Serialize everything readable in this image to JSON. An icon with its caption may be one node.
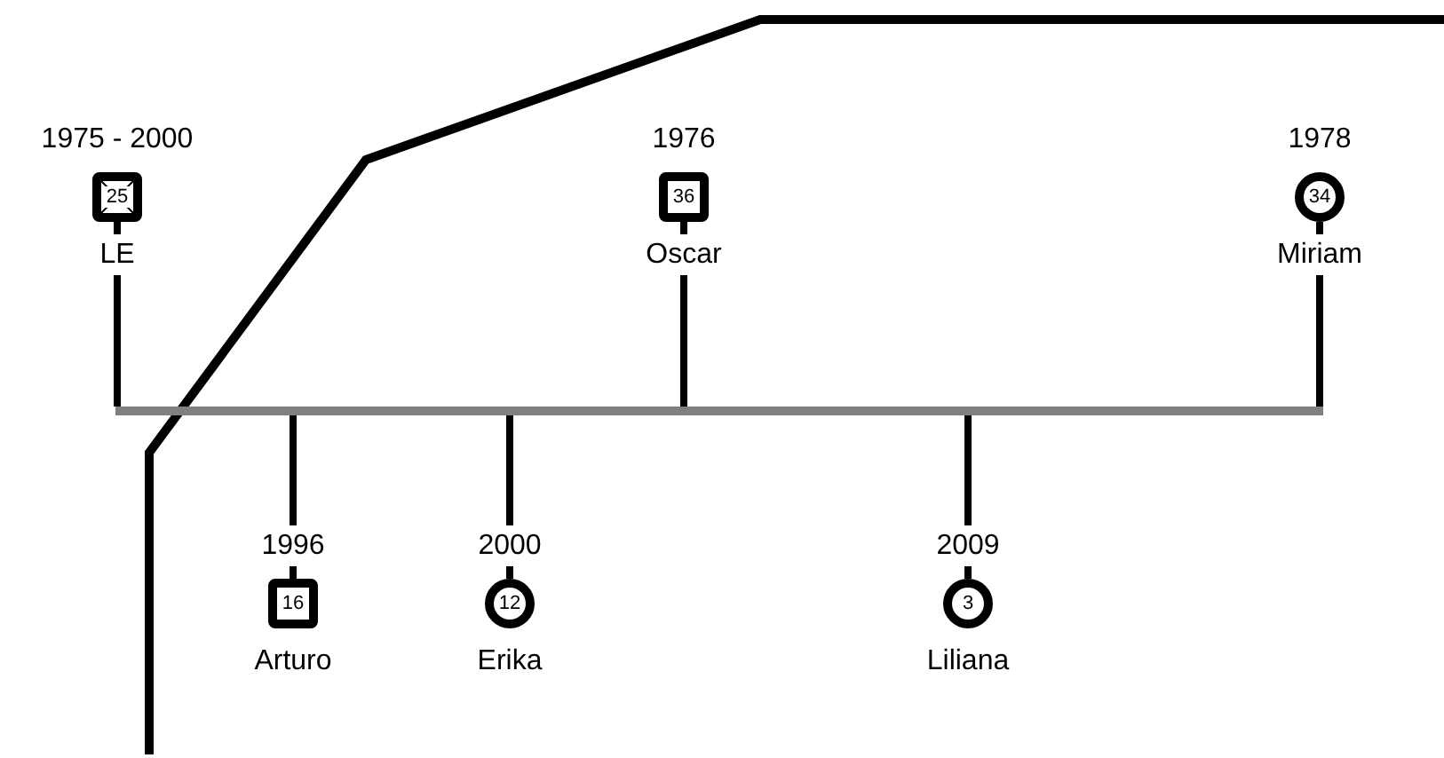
{
  "diagram": {
    "nodes": [
      {
        "text": [
          "25"
        ],
        "beside": [
          "1975 - 2000",
          "LE"
        ]
      },
      {
        "text": [
          "36"
        ],
        "beside": [
          "1976",
          "Oscar"
        ]
      },
      {
        "text": [
          "34"
        ],
        "beside": [
          "1978",
          "Miriam"
        ]
      },
      {
        "text": [
          "16"
        ],
        "beside": [
          "1996",
          "Arturo"
        ]
      },
      {
        "text": [
          "12"
        ],
        "beside": [
          "2000",
          "Erika"
        ]
      },
      {
        "text": [
          "3"
        ],
        "beside": [
          "2009",
          "Liliana"
        ]
      },
      {
        "text": [],
        "shape": "bar"
      }
    ],
    "edges": [
      {
        "from": 6,
        "to": 0,
        "arrow": "none"
      },
      {
        "from": 6,
        "to": 1,
        "arrow": "none"
      },
      {
        "from": 6,
        "to": 2,
        "arrow": "none"
      },
      {
        "from": 6,
        "to": 3,
        "arrow": "none"
      },
      {
        "from": 6,
        "to": 4,
        "arrow": "none"
      },
      {
        "from": 6,
        "to": 5,
        "arrow": "none"
      }
    ]
  }
}
